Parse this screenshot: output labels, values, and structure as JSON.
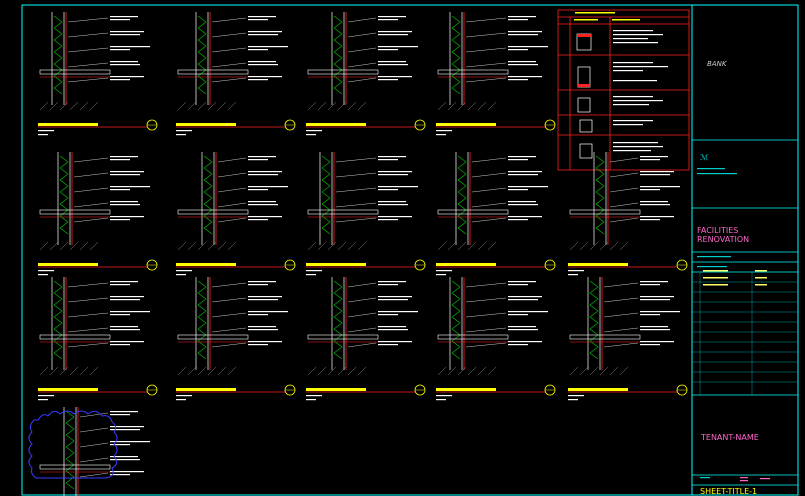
{
  "app": {
    "title": "CAD drawing sheet"
  },
  "title_block": {
    "firm": "BANK",
    "project_line1": "FACILITIES",
    "project_line2": "RENOVATION",
    "tenant": "TENANT-NAME",
    "sheet_label": "SHEET-TITLE-1"
  },
  "colors": {
    "background": "#000000",
    "border": "#00ffff",
    "accent_red": "#ff2020",
    "title_yellow": "#ffff00",
    "label_magenta": "#ff66cc",
    "cloud_blue": "#3a3aff",
    "line_white": "#ffffff",
    "insulation_green": "#00cc00"
  },
  "details": [
    {
      "id": "d1"
    },
    {
      "id": "d2"
    },
    {
      "id": "d3"
    },
    {
      "id": "d4"
    },
    {
      "id": "d5"
    },
    {
      "id": "d6"
    },
    {
      "id": "d7"
    },
    {
      "id": "d8"
    },
    {
      "id": "d9"
    },
    {
      "id": "d10"
    },
    {
      "id": "d11"
    },
    {
      "id": "d12"
    },
    {
      "id": "d13"
    },
    {
      "id": "d14"
    },
    {
      "id": "d15"
    }
  ]
}
